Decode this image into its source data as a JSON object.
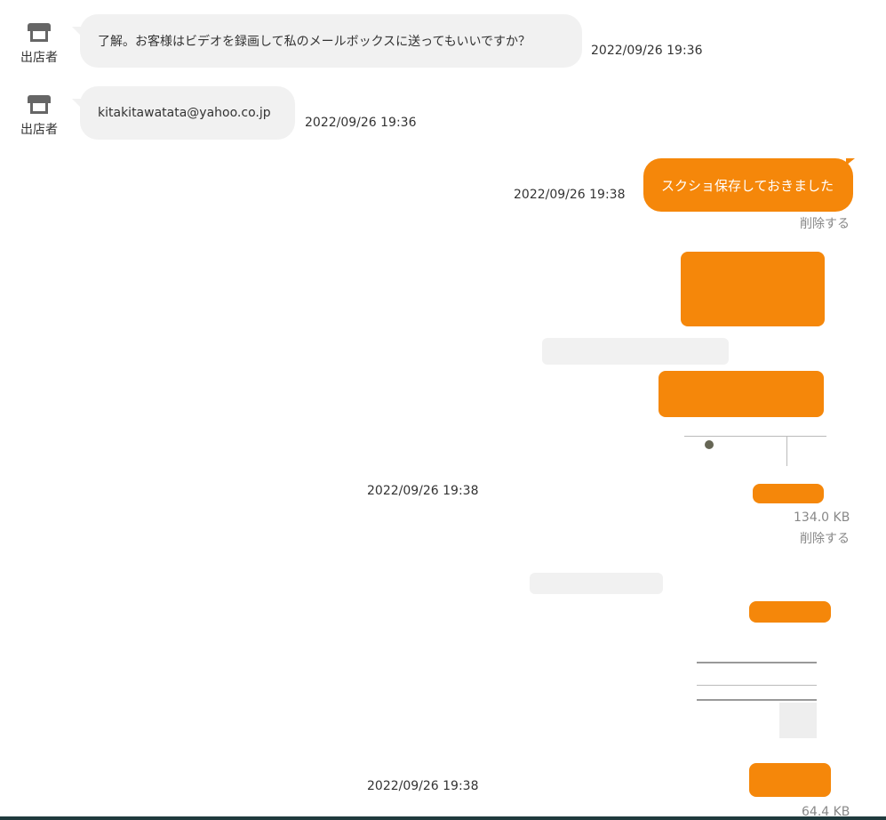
{
  "messages": [
    {
      "sender": "出店者",
      "text": "了解。お客様はビデオを録画して私のメールボックスに送ってもいいですか？",
      "time": "2022/09/26 19:36"
    },
    {
      "sender": "出店者",
      "text": "kitakitawatata@yahoo.co.jp",
      "time": "2022/09/26 19:36"
    },
    {
      "text": "スクショ保存しておきました",
      "time": "2022/09/26 19:38",
      "delete": "削除する"
    },
    {
      "type": "image",
      "time": "2022/09/26 19:38",
      "size": "134.0 KB",
      "delete": "削除する"
    },
    {
      "type": "image",
      "time": "2022/09/26 19:38",
      "size": "64.4 KB"
    }
  ],
  "colors": {
    "accent": "#f5870a",
    "bubble_gray": "#f1f1f1"
  }
}
